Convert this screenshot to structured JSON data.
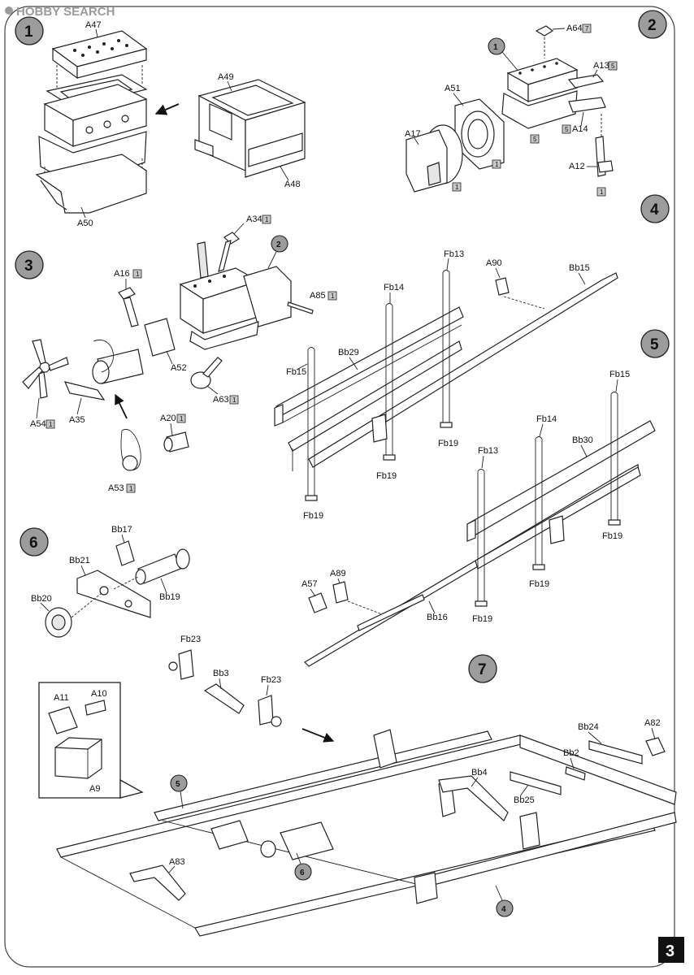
{
  "watermark": "HOBBY SEARCH",
  "page_number": "3",
  "steps": [
    "1",
    "2",
    "3",
    "4",
    "5",
    "6",
    "7"
  ],
  "callouts": {
    "s2_sub1": "1",
    "s3_sub2": "2",
    "s7_sub5": "5",
    "s7_sub6": "6",
    "s7_sub4": "4"
  },
  "badges": {
    "b1": "1",
    "b5": "5",
    "b7": "7"
  },
  "labels": {
    "A47": "A47",
    "A49": "A49",
    "A48": "A48",
    "A50": "A50",
    "A64": "A64",
    "A13": "A13",
    "A51": "A51",
    "A14": "A14",
    "A17": "A17",
    "A12": "A12",
    "A34": "A34",
    "A16": "A16",
    "A85": "A85",
    "A52": "A52",
    "A63": "A63",
    "A54": "A54",
    "A35": "A35",
    "A20": "A20",
    "A53": "A53",
    "Fb13a": "Fb13",
    "A90": "A90",
    "Bb15": "Bb15",
    "Fb14a": "Fb14",
    "Bb29": "Bb29",
    "Fb15a": "Fb15",
    "Fb19a": "Fb19",
    "Fb19b": "Fb19",
    "Fb19c": "Fb19",
    "Fb15b": "Fb15",
    "Fb14b": "Fb14",
    "Bb30": "Bb30",
    "Fb13b": "Fb13",
    "A89": "A89",
    "A57": "A57",
    "Bb16": "Bb16",
    "Fb19d": "Fb19",
    "Fb19e": "Fb19",
    "Fb19f": "Fb19",
    "Bb17": "Bb17",
    "Bb21": "Bb21",
    "Bb19": "Bb19",
    "Bb20": "Bb20",
    "Fb23a": "Fb23",
    "Bb3": "Bb3",
    "Fb23b": "Fb23",
    "A11": "A11",
    "A10": "A10",
    "A9": "A9",
    "Bb24": "Bb24",
    "A82": "A82",
    "Bb2": "Bb2",
    "Bb4": "Bb4",
    "Bb25": "Bb25",
    "A83": "A83"
  }
}
